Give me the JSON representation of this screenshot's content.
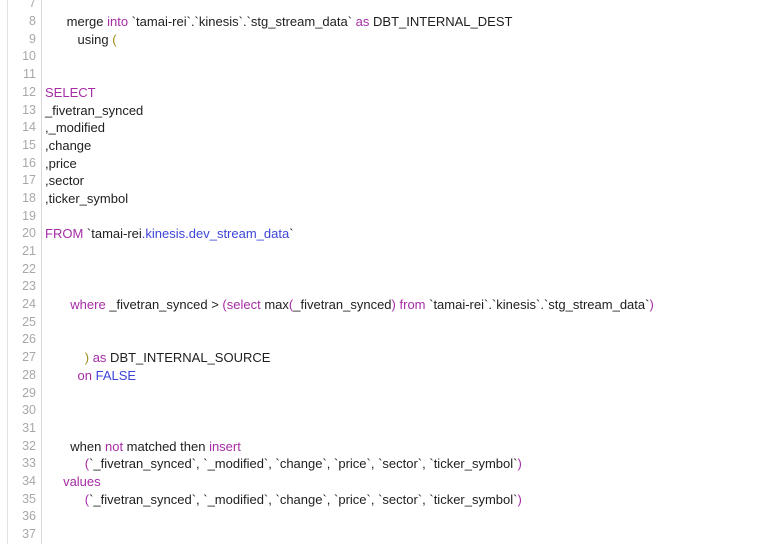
{
  "editor": {
    "kind": "sql-code-view",
    "background": "#ffffff",
    "colors": {
      "plain": "#1e1e1e",
      "keyword": "#a62ca6",
      "blue": "#3d45d8",
      "gold": "#9d8d1c",
      "line_number": "#a8a8a8",
      "gutter_border_left": "#e2e2e2",
      "gutter_border_right": "#d9d9d9"
    },
    "first_line_number": 7,
    "last_line_number": 37,
    "lines": [
      {
        "n": 7,
        "tokens": []
      },
      {
        "n": 8,
        "tokens": [
          {
            "t": "      merge ",
            "c": "plain"
          },
          {
            "t": "into",
            "c": "keyword"
          },
          {
            "t": " `tamai-rei`.`kinesis`.`stg_stream_data` ",
            "c": "plain"
          },
          {
            "t": "as",
            "c": "keyword"
          },
          {
            "t": " DBT_INTERNAL_DEST",
            "c": "plain"
          }
        ]
      },
      {
        "n": 9,
        "tokens": [
          {
            "t": "         using ",
            "c": "plain"
          },
          {
            "t": "(",
            "c": "gold"
          }
        ]
      },
      {
        "n": 10,
        "tokens": []
      },
      {
        "n": 11,
        "tokens": []
      },
      {
        "n": 12,
        "tokens": [
          {
            "t": "SELECT",
            "c": "keyword"
          }
        ]
      },
      {
        "n": 13,
        "tokens": [
          {
            "t": "_fivetran_synced",
            "c": "plain"
          }
        ]
      },
      {
        "n": 14,
        "tokens": [
          {
            "t": ",_modified",
            "c": "plain"
          }
        ]
      },
      {
        "n": 15,
        "tokens": [
          {
            "t": ",change",
            "c": "plain"
          }
        ]
      },
      {
        "n": 16,
        "tokens": [
          {
            "t": ",price",
            "c": "plain"
          }
        ]
      },
      {
        "n": 17,
        "tokens": [
          {
            "t": ",sector",
            "c": "plain"
          }
        ]
      },
      {
        "n": 18,
        "tokens": [
          {
            "t": ",ticker_symbol",
            "c": "plain"
          }
        ]
      },
      {
        "n": 19,
        "tokens": []
      },
      {
        "n": 20,
        "tokens": [
          {
            "t": "FROM",
            "c": "keyword"
          },
          {
            "t": " `tamai-rei",
            "c": "plain"
          },
          {
            "t": ".kinesis.dev_stream_data",
            "c": "blue"
          },
          {
            "t": "`",
            "c": "plain"
          }
        ]
      },
      {
        "n": 21,
        "tokens": []
      },
      {
        "n": 22,
        "tokens": []
      },
      {
        "n": 23,
        "tokens": []
      },
      {
        "n": 24,
        "tokens": [
          {
            "t": "       where",
            "c": "keyword"
          },
          {
            "t": " _fivetran_synced > ",
            "c": "plain"
          },
          {
            "t": "(",
            "c": "keyword"
          },
          {
            "t": "select",
            "c": "keyword"
          },
          {
            "t": " max",
            "c": "plain"
          },
          {
            "t": "(",
            "c": "keyword"
          },
          {
            "t": "_fivetran_synced",
            "c": "plain"
          },
          {
            "t": ")",
            "c": "keyword"
          },
          {
            "t": " ",
            "c": "plain"
          },
          {
            "t": "from",
            "c": "keyword"
          },
          {
            "t": " `tamai-rei`.`kinesis`.`stg_stream_data`",
            "c": "plain"
          },
          {
            "t": ")",
            "c": "keyword"
          }
        ]
      },
      {
        "n": 25,
        "tokens": []
      },
      {
        "n": 26,
        "tokens": []
      },
      {
        "n": 27,
        "tokens": [
          {
            "t": "           ",
            "c": "plain"
          },
          {
            "t": ")",
            "c": "gold"
          },
          {
            "t": " ",
            "c": "plain"
          },
          {
            "t": "as",
            "c": "keyword"
          },
          {
            "t": " DBT_INTERNAL_SOURCE",
            "c": "plain"
          }
        ]
      },
      {
        "n": 28,
        "tokens": [
          {
            "t": "         ",
            "c": "plain"
          },
          {
            "t": "on",
            "c": "keyword"
          },
          {
            "t": " ",
            "c": "plain"
          },
          {
            "t": "FALSE",
            "c": "blue"
          }
        ]
      },
      {
        "n": 29,
        "tokens": []
      },
      {
        "n": 30,
        "tokens": []
      },
      {
        "n": 31,
        "tokens": []
      },
      {
        "n": 32,
        "tokens": [
          {
            "t": "       when ",
            "c": "plain"
          },
          {
            "t": "not",
            "c": "keyword"
          },
          {
            "t": " matched then ",
            "c": "plain"
          },
          {
            "t": "insert",
            "c": "keyword"
          }
        ]
      },
      {
        "n": 33,
        "tokens": [
          {
            "t": "           ",
            "c": "plain"
          },
          {
            "t": "(",
            "c": "keyword"
          },
          {
            "t": "`_fivetran_synced`, `_modified`, `change`, `price`, `sector`, `ticker_symbol`",
            "c": "plain"
          },
          {
            "t": ")",
            "c": "keyword"
          }
        ]
      },
      {
        "n": 34,
        "tokens": [
          {
            "t": "     ",
            "c": "plain"
          },
          {
            "t": "values",
            "c": "keyword"
          }
        ]
      },
      {
        "n": 35,
        "tokens": [
          {
            "t": "           ",
            "c": "plain"
          },
          {
            "t": "(",
            "c": "keyword"
          },
          {
            "t": "`_fivetran_synced`, `_modified`, `change`, `price`, `sector`, `ticker_symbol`",
            "c": "plain"
          },
          {
            "t": ")",
            "c": "keyword"
          }
        ]
      },
      {
        "n": 36,
        "tokens": []
      },
      {
        "n": 37,
        "tokens": []
      }
    ]
  }
}
